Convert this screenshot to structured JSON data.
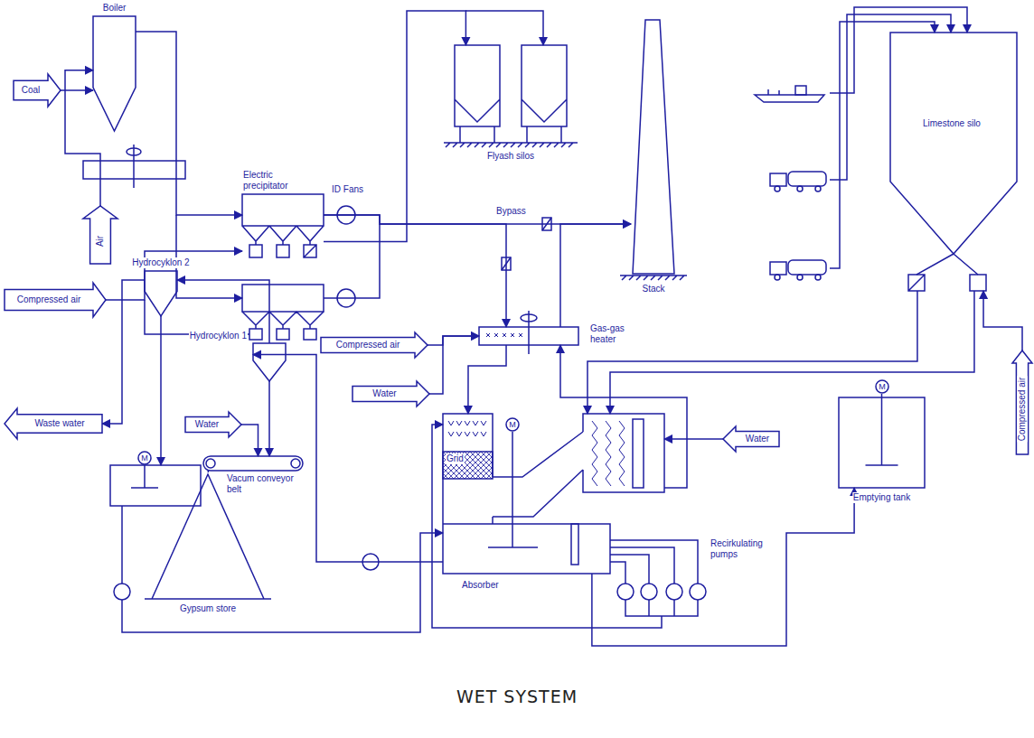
{
  "diagram": {
    "caption": "WET SYSTEM",
    "nodes": [
      {
        "text": [
          "Boiler"
        ]
      },
      {
        "text": [
          "Coal"
        ]
      },
      {
        "text": [
          "Air"
        ]
      },
      {
        "text": [
          "Compressed air"
        ]
      },
      {
        "text": [
          "Electric precipitator"
        ]
      },
      {
        "text": [
          "Flyash silos"
        ]
      },
      {
        "text": [
          "Stack"
        ]
      },
      {
        "text": [
          "Limestone silo"
        ]
      },
      {
        "text": [
          "Compressed air"
        ]
      },
      {
        "text": [
          "Gas-gas heater"
        ]
      },
      {
        "text": [
          "Compressed air"
        ]
      },
      {
        "text": [
          "Water"
        ]
      },
      {
        "text": [
          "Hydrocyklon 2"
        ]
      },
      {
        "text": [
          "Hydrocyklon 1"
        ]
      },
      {
        "text": [
          "Waste water"
        ]
      },
      {
        "text": [
          "Water"
        ]
      },
      {
        "text": [
          "Vacum conveyor belt"
        ]
      },
      {
        "text": [
          "Gypsum store"
        ]
      },
      {
        "text": [
          "Absorber"
        ]
      },
      {
        "text": [
          "Grid"
        ],
        "in": 18
      },
      {
        "text": [
          "M"
        ]
      },
      {
        "text": [
          "M"
        ],
        "in": 18
      },
      {
        "text": [
          "Water"
        ]
      },
      {
        "text": [
          "Emptying tank"
        ]
      },
      {
        "text": [
          "M"
        ],
        "in": 23
      }
    ],
    "edges": [
      {
        "from": 1,
        "to": 0,
        "arrow": "to"
      },
      {
        "from": 2,
        "to": 0,
        "arrow": "to"
      },
      {
        "from": 0,
        "to": 4,
        "arrow": "to"
      },
      {
        "from": 3,
        "to": 4,
        "arrow": "to"
      },
      {
        "from": 4,
        "to": 5,
        "arrow": "to"
      },
      {
        "from": 4,
        "to": 6,
        "arrow": "to"
      },
      {
        "from": 4,
        "to": 9,
        "arrow": "to"
      },
      {
        "from": 9,
        "to": 6,
        "arrow": "to"
      },
      {
        "from": 9,
        "to": 18,
        "arrow": "to"
      },
      {
        "from": 18,
        "to": 9,
        "arrow": "to"
      },
      {
        "from": 10,
        "to": 9,
        "arrow": "to"
      },
      {
        "from": 11,
        "to": 9,
        "arrow": "to"
      },
      {
        "from": 7,
        "to": 18,
        "arrow": "to"
      },
      {
        "from": 7,
        "to": 18,
        "arrow": "to"
      },
      {
        "from": 8,
        "to": 7,
        "arrow": "to"
      },
      {
        "from": 18,
        "to": 13,
        "arrow": "to"
      },
      {
        "from": 13,
        "to": 12,
        "arrow": "to"
      },
      {
        "from": 13,
        "to": 16,
        "arrow": "to"
      },
      {
        "from": 15,
        "to": 16,
        "arrow": "to"
      },
      {
        "from": 16,
        "to": 17,
        "arrow": "none"
      },
      {
        "from": 12,
        "to": 14,
        "arrow": "to"
      },
      {
        "from": 22,
        "to": 18,
        "arrow": "to"
      },
      {
        "from": 18,
        "to": 23,
        "arrow": "to"
      }
    ],
    "labels": [
      "ID Fans",
      "Bypass",
      "Recirkulating pumps"
    ]
  }
}
